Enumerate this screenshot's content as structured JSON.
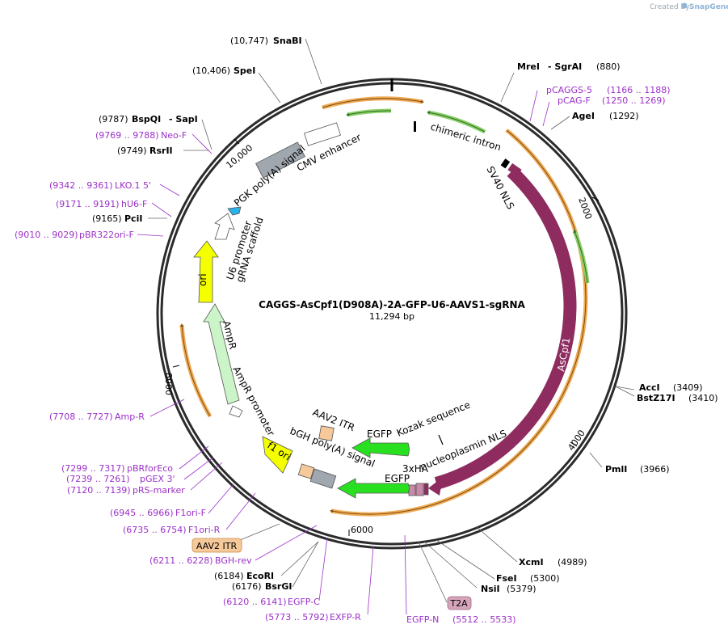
{
  "header": {
    "created_by": "Created by",
    "brand": "SnapGene"
  },
  "plasmid": {
    "name": "CAGGS-AsCpf1(D908A)-2A-GFP-U6-AAVS1-sgRNA",
    "length": "11,294 bp"
  },
  "ticks": [
    "2000",
    "4000",
    "6000",
    "8000",
    "10,000"
  ],
  "sites": {
    "snabi": {
      "pos": "(10,747)",
      "name": "SnaBI"
    },
    "spei": {
      "pos": "(10,406)",
      "name": "SpeI"
    },
    "bspqi": {
      "pos": "(9787)",
      "name": "BspQI",
      "alt": "- SapI"
    },
    "rsrii": {
      "pos": "(9749)",
      "name": "RsrII"
    },
    "pcii": {
      "pos": "(9165)",
      "name": "PciI"
    },
    "mrei": {
      "name": "MreI",
      "alt": "- SgrAI",
      "pos": "(880)"
    },
    "agei": {
      "name": "AgeI",
      "pos": "(1292)"
    },
    "acci": {
      "name": "AccI",
      "pos": "(3409)"
    },
    "bstz17i": {
      "name": "BstZ17I",
      "pos": "(3410)"
    },
    "pmli": {
      "name": "PmlI",
      "pos": "(3966)"
    },
    "xcmi": {
      "name": "XcmI",
      "pos": "(4989)"
    },
    "fsei": {
      "name": "FseI",
      "pos": "(5300)"
    },
    "nsii": {
      "name": "NsiI",
      "pos": "(5379)"
    },
    "ecori": {
      "pos": "(6184)",
      "name": "EcoRI"
    },
    "bsrgi": {
      "pos": "(6176)",
      "name": "BsrGI"
    }
  },
  "primers": {
    "neo_f": {
      "range": "(9769 .. 9788)",
      "name": "Neo-F"
    },
    "lko": {
      "range": "(9342 .. 9361)",
      "name": "LKO.1 5'"
    },
    "hu6": {
      "range": "(9171 .. 9191)",
      "name": "hU6-F"
    },
    "pbr322": {
      "range": "(9010 .. 9029)",
      "name": "pBR322ori-F"
    },
    "pcaggs5": {
      "name": "pCAGGS-5",
      "range": "(1166 .. 1188)"
    },
    "pcagf": {
      "name": "pCAG-F",
      "range": "(1250 .. 1269)"
    },
    "ampr": {
      "range": "(7708 .. 7727)",
      "name": "Amp-R"
    },
    "pbrforeco": {
      "range": "(7299 .. 7317)",
      "name": "pBRforEco"
    },
    "pgex3": {
      "range": "(7239 .. 7261)",
      "name": "pGEX 3'"
    },
    "prsmarker": {
      "range": "(7120 .. 7139)",
      "name": "pRS-marker"
    },
    "f1orif": {
      "range": "(6945 .. 6966)",
      "name": "F1ori-F"
    },
    "f1orir": {
      "range": "(6735 .. 6754)",
      "name": "F1ori-R"
    },
    "bghrev": {
      "range": "(6211 .. 6228)",
      "name": "BGH-rev"
    },
    "egfpc": {
      "range": "(6120 .. 6141)",
      "name": "EGFP-C"
    },
    "exfpr": {
      "range": "(5773 .. 5792)",
      "name": "EXFP-R"
    },
    "egfpn": {
      "name": "EGFP-N",
      "range": "(5512 .. 5533)"
    }
  },
  "boxes": {
    "aav2_itr": "AAV2 ITR",
    "t2a": "T2A"
  },
  "features": {
    "chimeric_intron": "chimeric intron",
    "sv40_nls": "SV40 NLS",
    "ascpf1": "AsCpf1",
    "cmv_enhancer": "CMV enhancer",
    "pgk_polya": "PGK poly(A) signal",
    "u6_promoter": "U6 promoter",
    "grna_scaffold": "gRNA scaffold",
    "ori": "ori",
    "ampr": "AmpR",
    "ampr_promoter": "AmpR promoter",
    "f1_ori": "f1 ori",
    "aav2_itr": "AAV2 ITR",
    "bgh_polya": "bGH poly(A) signal",
    "egfp_upper": "EGFP",
    "egfp_lower": "EGFP",
    "kozak": "Kozak sequence",
    "three_x_ha": "3xHA",
    "nucleoplasmin_nls": "nucleoplasmin NLS"
  },
  "colors": {
    "backbone": "#2b2b2b",
    "orf_orange": "#f0ac55",
    "orf_green": "#8ad06b",
    "ascpf1": "#8e2b5f",
    "egfp": "#29e020",
    "ori": "#f4ff00",
    "ampr": "#cbf5c8",
    "cmv": "#ffffff",
    "pgk_polya": "#a0a7af",
    "grna": "#2ab3e8",
    "aav2_itr": "#f5c99a",
    "primer": "#9b30c8",
    "t2a": "#d6a5b9",
    "tag": "#c98aa9"
  }
}
